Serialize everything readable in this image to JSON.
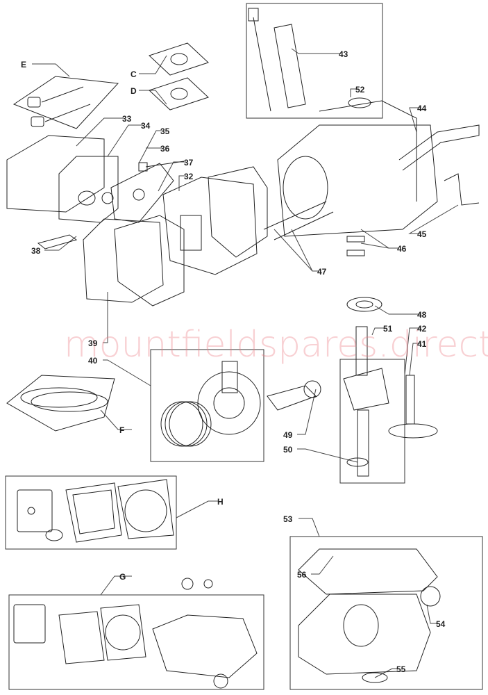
{
  "watermark": "mountfieldspares.direct",
  "labels": {
    "E": "E",
    "C": "C",
    "D": "D",
    "F": "F",
    "G": "G",
    "H": "H",
    "p32": "32",
    "p33": "33",
    "p34": "34",
    "p35": "35",
    "p36": "36",
    "p37": "37",
    "p38": "38",
    "p39": "39",
    "p40": "40",
    "p41": "41",
    "p42": "42",
    "p43": "43",
    "p44": "44",
    "p45": "45",
    "p46": "46",
    "p47": "47",
    "p48": "48",
    "p49": "49",
    "p50": "50",
    "p51": "51",
    "p52": "52",
    "p53": "53",
    "p54": "54",
    "p55": "55",
    "p56": "56"
  }
}
